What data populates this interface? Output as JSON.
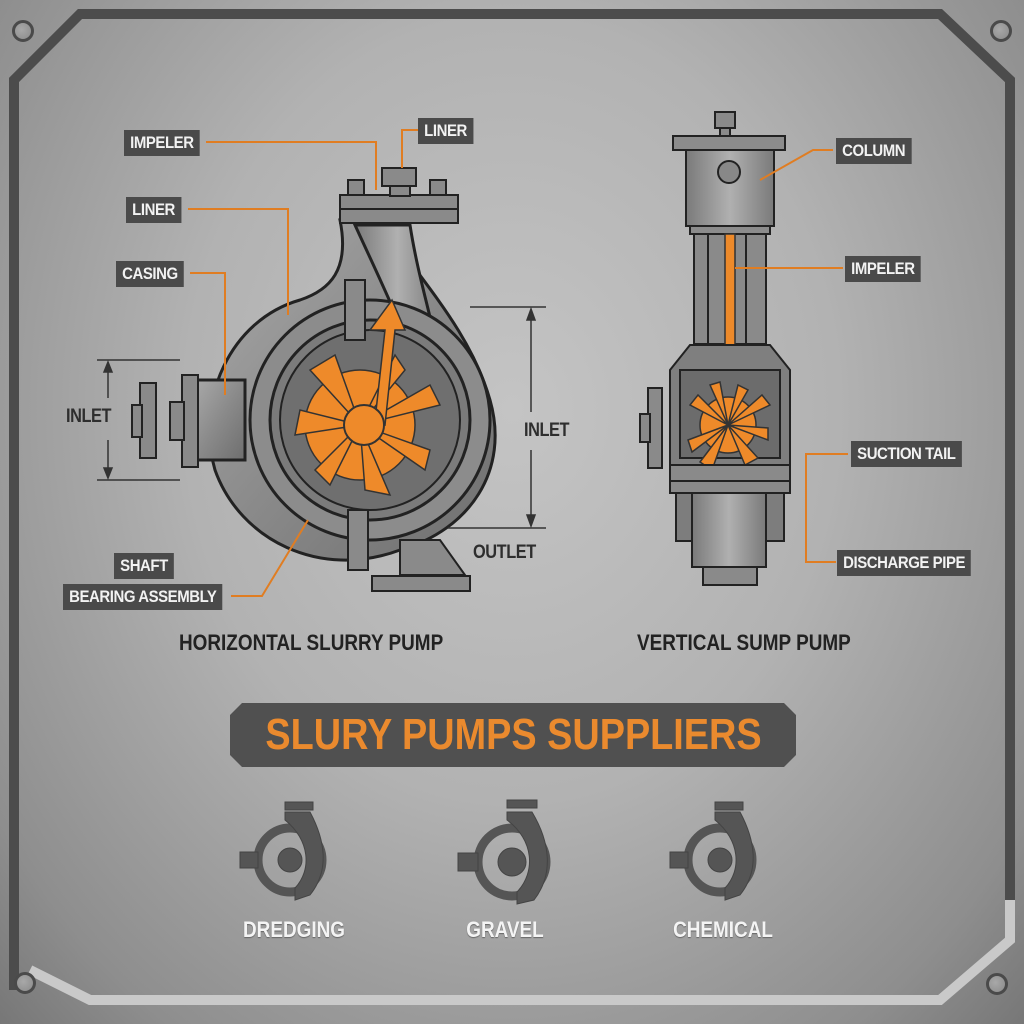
{
  "title": "SLURY PUMPS SUPPLIERS",
  "colors": {
    "accent": "#ea8a2e",
    "label_bg": "#4a4a4a",
    "background": "#b8b8b8",
    "frame": "#4a4a4a"
  },
  "horizontal_pump": {
    "caption": "HORIZONTAL SLURRY PUMP",
    "labels": {
      "impeler": "IMPELER",
      "liner_top": "LINER",
      "liner": "LINER",
      "casing": "CASING",
      "inlet_left": "INLET",
      "inlet_right": "INLET",
      "outlet": "OUTLET",
      "shaft": "SHAFT",
      "bearing_assembly": "BEARING ASSEMBLY"
    }
  },
  "vertical_pump": {
    "caption": "VERTICAL SUMP PUMP",
    "labels": {
      "column": "COLUMN",
      "impeler": "IMPELER",
      "suction_tail": "SUCTION TAIL",
      "discharge_pipe": "DISCHARGE PIPE"
    }
  },
  "applications": [
    {
      "label": "DREDGING",
      "icon": "pump-icon"
    },
    {
      "label": "GRAVEL",
      "icon": "pump-icon"
    },
    {
      "label": "CHEMICAL",
      "icon": "pump-icon"
    }
  ]
}
